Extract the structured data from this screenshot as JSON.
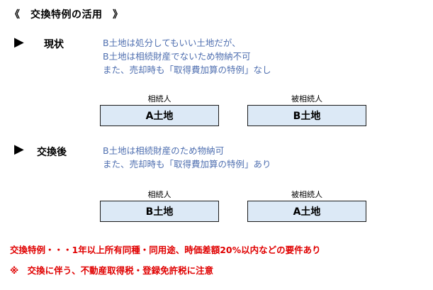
{
  "title": "《　交換特例の活用　》",
  "sections": [
    {
      "marker": "▶",
      "label": "現状",
      "lines": [
        "B土地は処分してもいい土地だが、",
        "B土地は相続財産でないため物納不可",
        "また、売却時も「取得費加算の特例」なし"
      ],
      "left_caption": "相続人",
      "right_caption": "被相続人",
      "left_box": "A土地",
      "right_box": "B土地"
    },
    {
      "marker": "▶",
      "label": "交換後",
      "lines": [
        "B土地は相続財産のため物納可",
        "また、売却時も「取得費加算の特例」あり"
      ],
      "left_caption": "相続人",
      "right_caption": "被相続人",
      "left_box": "B土地",
      "right_box": "A土地"
    }
  ],
  "notes": [
    "交換特例・・・1年以上所有同種・同用途、時価差額20%以内などの要件あり",
    "※　交換に伴う、不動産取得税・登録免許税に注意"
  ],
  "colors": {
    "description_text": "#4f6fb0",
    "box_fill": "#dce9f6",
    "note_text": "#e00000"
  }
}
